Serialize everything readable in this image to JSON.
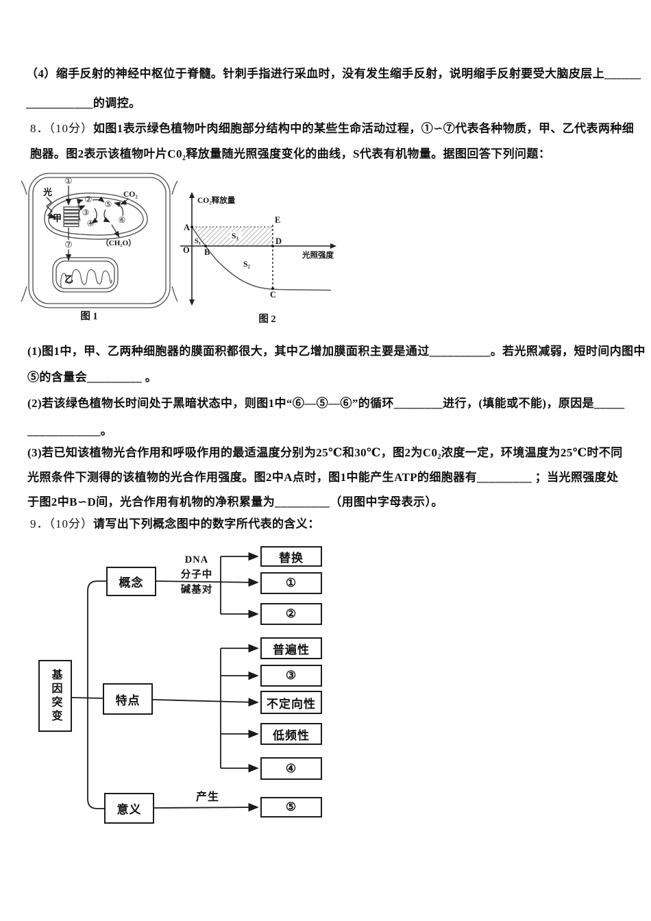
{
  "q4": {
    "line1": "（4）缩手反射的神经中枢位于脊髓。针刺手指进行采血时，没有发生缩手反射，说明缩手反射要受大脑皮层上______",
    "line2": "___________的调控。"
  },
  "q8": {
    "num": "8．（10分）",
    "intro1": "如图1表示绿色植物叶肉细胞部分结构中的某些生命活动过程，①∽⑦代表各种物质，甲、乙代表两种细",
    "intro2": "胞器。图2表示该植物叶片C0₂释放量随光照强度变化的曲线，S代表有机物量。据图回答下列问题：",
    "sub1a": "(1)图1中，甲、乙两种细胞器的膜面积都很大，其中乙增加膜面积主要是通过__________。若光照减弱，短时间内图中",
    "sub1b": "⑤的含量会_________ 。",
    "sub2a": "(2)若该绿色植物长时间处于黑暗状态中，则图1中“⑥—⑤—⑥”的循环________进行，(填能或不能)，原因是_____",
    "sub2b": "____________。",
    "sub3a": "(3)若已知该植物光合作用和呼吸作用的最适温度分别为25℃和30℃，图2为C0₂浓度一定，环境温度为25℃时不同",
    "sub3b": "光照条件下测得的该植物的光合作用强度。图2中A点时，图1中能产生ATP的细胞器有_________ ；当光照强度处",
    "sub3c": "于图2中B∽D间，光合作用有机物的净积累量为_________（用图中字母表示）。"
  },
  "q9": {
    "num": "9．（10分）",
    "intro": "请写出下列概念图中的数字所代表的含义："
  },
  "figure1": {
    "caption": "图 1",
    "labels": {
      "light": "光",
      "organelle_a": "甲",
      "organelle_b": "乙",
      "co2": "CO₂",
      "ch2o": "（CH₂O）"
    },
    "nodes": [
      "①",
      "②",
      "③",
      "④",
      "⑤",
      "⑥",
      "⑦"
    ]
  },
  "figure2": {
    "caption": "图 2",
    "y_axis_label": "CO₂释放量",
    "x_axis_label": "光照强度",
    "point_labels": {
      "a": "A",
      "b": "B",
      "c": "C",
      "d": "D",
      "e": "E",
      "o": "O"
    },
    "region_labels": {
      "s1": "S₁",
      "s2": "S₂",
      "s3": "S₃"
    },
    "curve_note": "CO₂释放量曲线自A点随光照强度增强而下降，于B点与横轴相交，继续下降至C处趋于平缓；AEDB之间为斜线阴影区S₃，E—D—C为竖直虚线"
  },
  "concept_map": {
    "root": "基因突变",
    "branch_concept": "概念",
    "branch_feature": "特点",
    "branch_meaning": "意义",
    "dna_label_lines": [
      "DNA",
      "分子中",
      "碱基对"
    ],
    "produce_label": "产生",
    "concept_items": [
      "替换",
      "①",
      "②"
    ],
    "feature_items": [
      "普遍性",
      "③",
      "不定向性",
      "低频性",
      "④"
    ],
    "meaning_items": [
      "⑤"
    ]
  }
}
